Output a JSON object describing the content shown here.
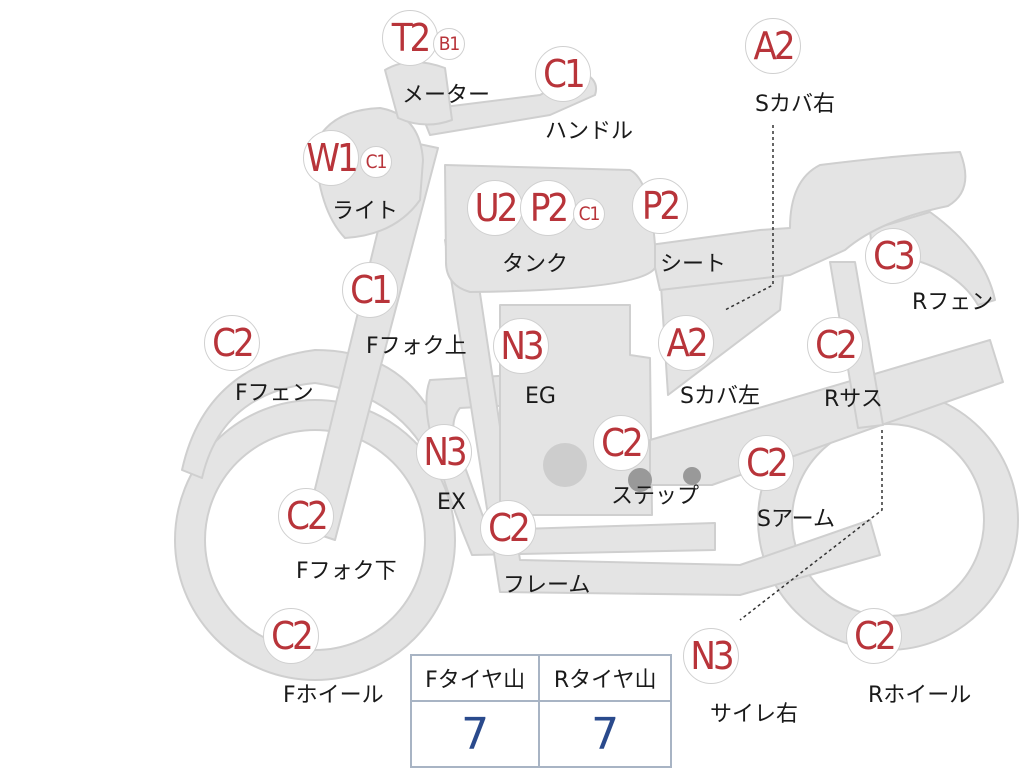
{
  "parts": [
    {
      "id": "meter",
      "label": "メーター",
      "grade": "T2",
      "sub_grade": "B1"
    },
    {
      "id": "handle",
      "label": "ハンドル",
      "grade": "C1"
    },
    {
      "id": "side-cover-right",
      "label": "Sカバ右",
      "grade": "A2"
    },
    {
      "id": "light",
      "label": "ライト",
      "grade": "W1",
      "sub_grade": "C1"
    },
    {
      "id": "tank",
      "label": "タンク",
      "grade": "U2",
      "grade2": "P2",
      "sub_grade": "C1"
    },
    {
      "id": "seat",
      "label": "シート",
      "grade": "P2"
    },
    {
      "id": "rear-fender",
      "label": "Rフェン",
      "grade": "C3"
    },
    {
      "id": "front-fork-upper",
      "label": "Fフォク上",
      "grade": "C1"
    },
    {
      "id": "front-fender",
      "label": "Fフェン",
      "grade": "C2"
    },
    {
      "id": "engine",
      "label": "EG",
      "grade": "N3"
    },
    {
      "id": "side-cover-left",
      "label": "Sカバ左",
      "grade": "A2"
    },
    {
      "id": "rear-suspension",
      "label": "Rサス",
      "grade": "C2"
    },
    {
      "id": "exhaust",
      "label": "EX",
      "grade": "N3"
    },
    {
      "id": "step",
      "label": "ステップ",
      "grade": "C2"
    },
    {
      "id": "swing-arm",
      "label": "Sアーム",
      "grade": "C2"
    },
    {
      "id": "front-fork-lower",
      "label": "Fフォク下",
      "grade": "C2"
    },
    {
      "id": "frame",
      "label": "フレーム",
      "grade": "C2"
    },
    {
      "id": "front-wheel",
      "label": "Fホイール",
      "grade": "C2"
    },
    {
      "id": "muffler-right",
      "label": "サイレ右",
      "grade": "N3"
    },
    {
      "id": "rear-wheel",
      "label": "Rホイール",
      "grade": "C2"
    }
  ],
  "tire_table": {
    "front_header": "Fタイヤ山",
    "rear_header": "Rタイヤ山",
    "front_value": "7",
    "rear_value": "7"
  },
  "colors": {
    "body_fill": "#e4e4e4",
    "outline": "#cfcfcf",
    "grade_text": "#b8343a",
    "label_text": "#1a1a1a",
    "table_border": "#a8b4c4",
    "table_value": "#2a4a8c"
  }
}
